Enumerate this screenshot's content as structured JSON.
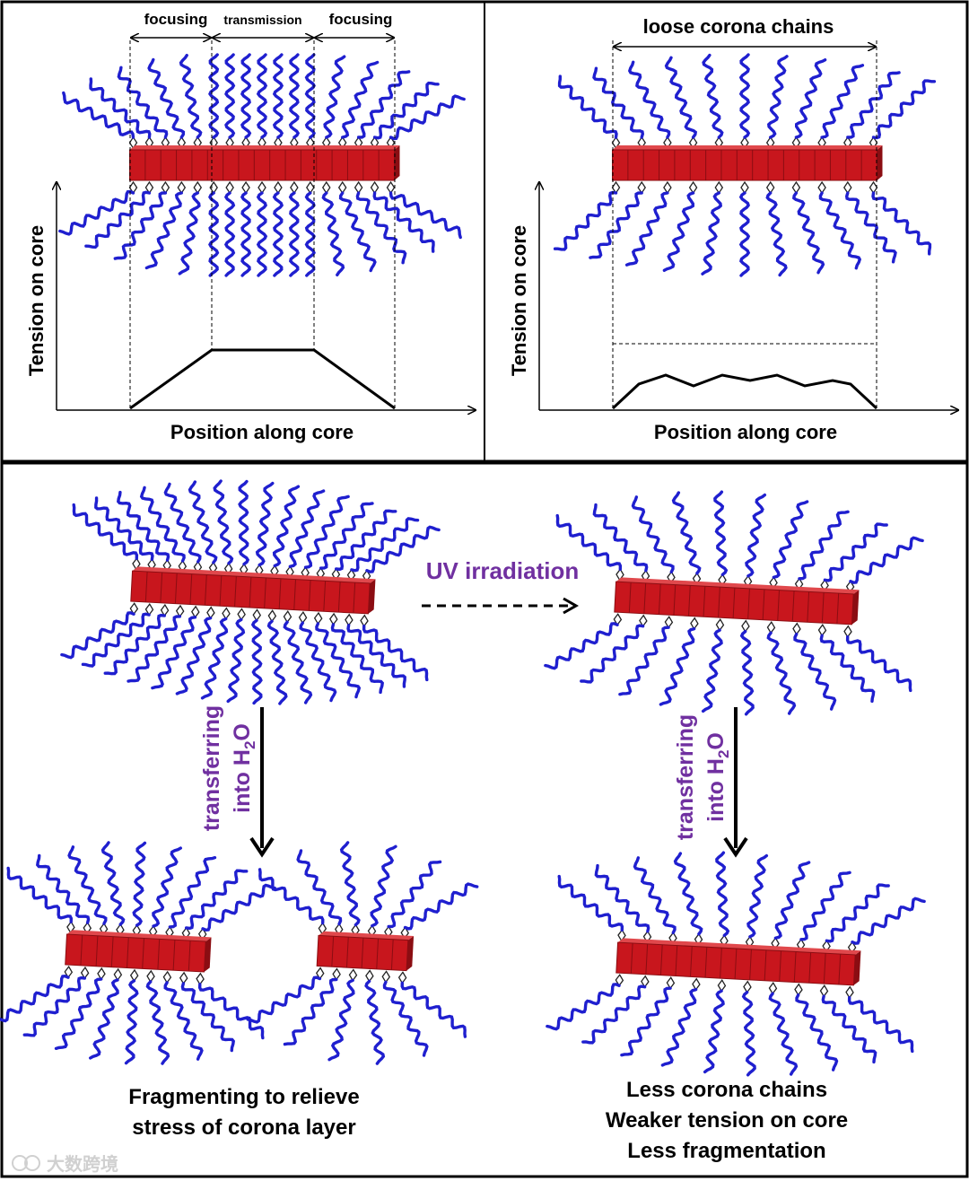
{
  "panel_top_left": {
    "region_focusing_left": "focusing",
    "region_transmission": "transmission",
    "region_focusing_right": "focusing",
    "y_axis_label": "Tension on core",
    "x_axis_label": "Position along core"
  },
  "panel_top_right": {
    "header_label": "loose corona chains",
    "y_axis_label": "Tension on core",
    "x_axis_label": "Position along core"
  },
  "panel_bottom": {
    "uv_label": "UV irradiation",
    "transfer_left_line1": "transferring",
    "transfer_left_line2_prefix": "into H",
    "transfer_left_sub": "2",
    "transfer_left_suffix": "O",
    "transfer_right_line1": "transferring",
    "transfer_right_line2_prefix": "into H",
    "transfer_right_sub": "2",
    "transfer_right_suffix": "O",
    "caption_left_line1": "Fragmenting to relieve",
    "caption_left_line2": "stress of corona layer",
    "caption_right_line1": "Less corona chains",
    "caption_right_line2": "Weaker tension on core",
    "caption_right_line3": "Less fragmentation"
  },
  "watermark": "大数跨境",
  "colors": {
    "core": "#c8161d",
    "core_dark": "#8b0d12",
    "chain": "#1f1fcf",
    "accent_text": "#7030a0"
  }
}
